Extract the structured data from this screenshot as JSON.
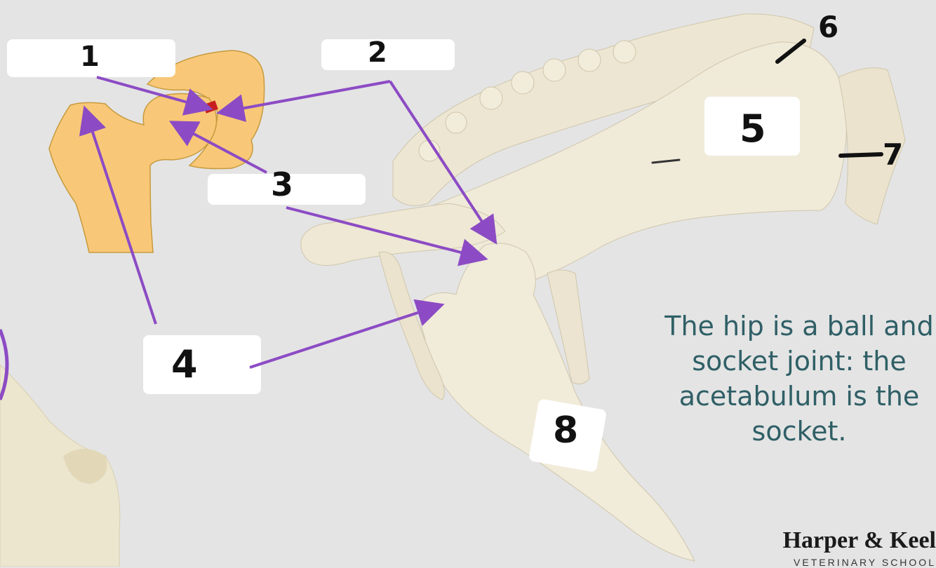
{
  "labels": {
    "n1": "1",
    "n2": "2",
    "n3": "3",
    "n4": "4",
    "n5": "5",
    "n6": "6",
    "n7": "7",
    "n8": "8"
  },
  "caption": "The hip is a ball and socket joint: the acetabulum is the socket.",
  "logo": {
    "name": "Harper & Keel",
    "subtitle": "VETERINARY SCHOOL"
  },
  "colors": {
    "background": "#e4e4e4",
    "bone": "#ece4d0",
    "diagram_fill": "#f8c878",
    "arrow": "#8c4bc4",
    "caption_text": "#2f5f66",
    "ligament_mark": "#c81e1e"
  }
}
